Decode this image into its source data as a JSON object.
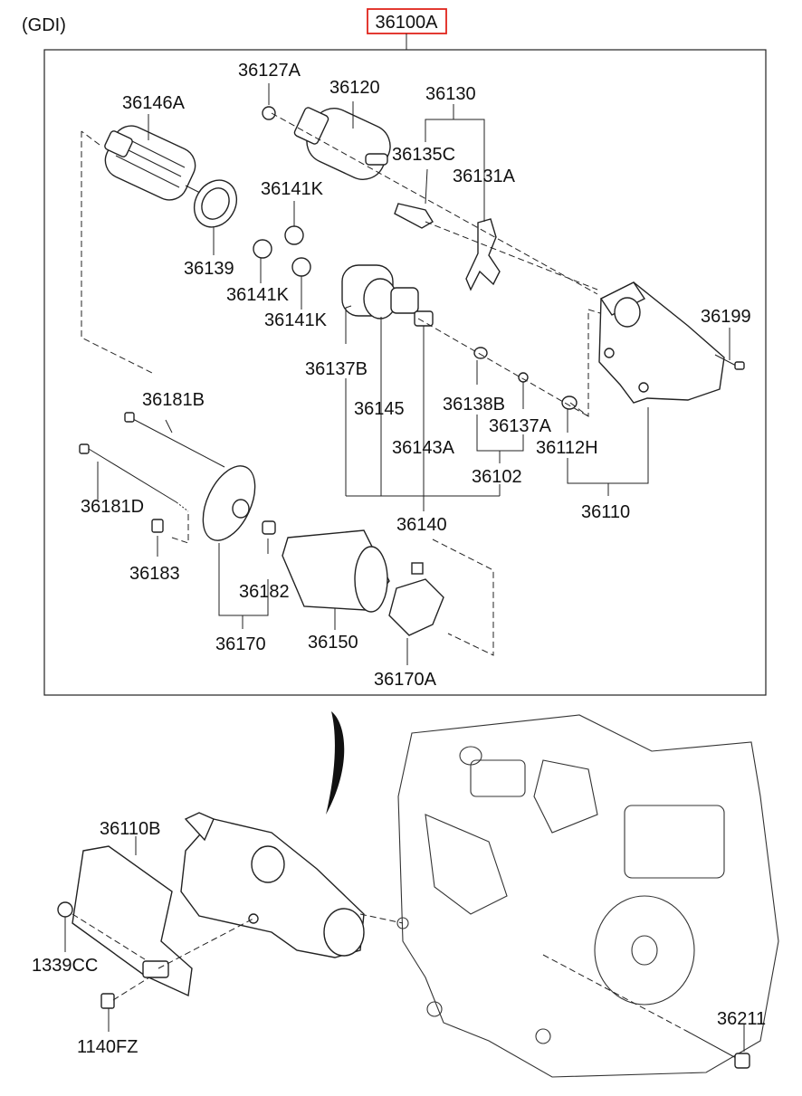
{
  "variant": "(GDI)",
  "assembly": {
    "number": "36100A",
    "highlight_color": "#e0241b"
  },
  "labels": {
    "p36127A": "36127A",
    "p36120": "36120",
    "p36130": "36130",
    "p36146A": "36146A",
    "p36135C": "36135C",
    "p36131A": "36131A",
    "p36141K_a": "36141K",
    "p36139": "36139",
    "p36141K_b": "36141K",
    "p36141K_c": "36141K",
    "p36199": "36199",
    "p36137B": "36137B",
    "p36145": "36145",
    "p36138B": "36138B",
    "p36137A": "36137A",
    "p36112H": "36112H",
    "p36181B": "36181B",
    "p36143A": "36143A",
    "p36102": "36102",
    "p36110": "36110",
    "p36181D": "36181D",
    "p36140": "36140",
    "p36183": "36183",
    "p36182": "36182",
    "p36170": "36170",
    "p36150": "36150",
    "p36170A": "36170A",
    "p36110B": "36110B",
    "p1339CC": "1339CC",
    "p1140FZ": "1140FZ",
    "p36211": "36211"
  }
}
